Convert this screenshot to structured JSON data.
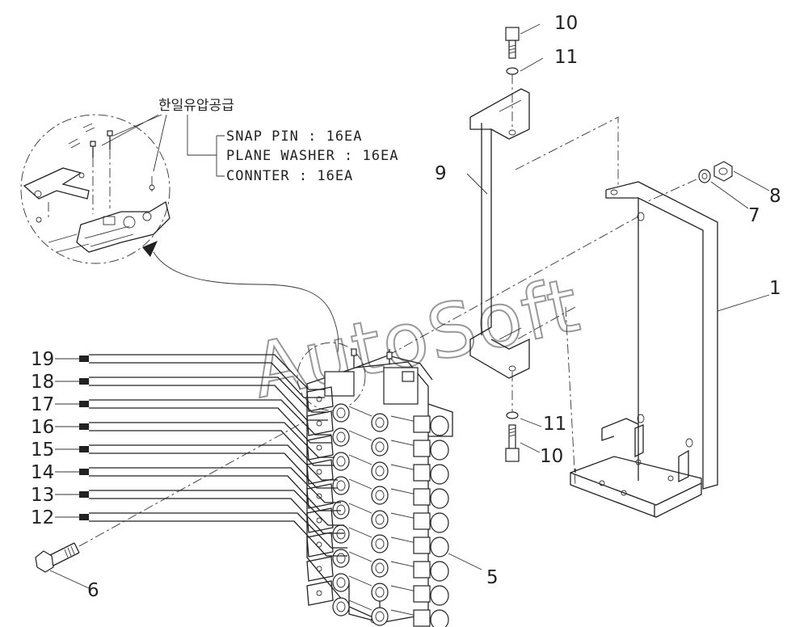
{
  "watermark": "AutoSoft",
  "note": {
    "korean_label": "한일유압공급",
    "lines": [
      "SNAP PIN : 16EA",
      "PLANE WASHER : 16EA",
      "CONNTER : 16EA"
    ]
  },
  "callouts": {
    "c1": "1",
    "c5": "5",
    "c6": "6",
    "c7": "7",
    "c8": "8",
    "c9": "9",
    "c10_top": "10",
    "c11_top": "11",
    "c11_bot": "11",
    "c10_bot": "10",
    "c12": "12",
    "c13": "13",
    "c14": "14",
    "c15": "15",
    "c16": "16",
    "c17": "17",
    "c18": "18",
    "c19": "19"
  }
}
